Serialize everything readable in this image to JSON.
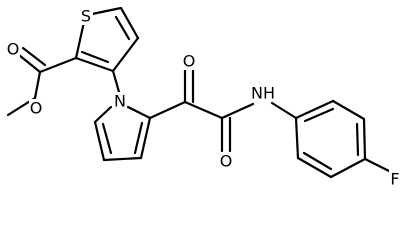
{
  "molecule": {
    "atoms": {
      "thiophene_sulfur": "S",
      "ester_carbonyl_oxygen": "O",
      "ester_ether_oxygen": "O",
      "pyrrole_nitrogen": "N",
      "ketone_oxygen": "O",
      "amide_nitrogen": "NH",
      "amide_oxygen": "O",
      "fluorine": "F"
    }
  }
}
